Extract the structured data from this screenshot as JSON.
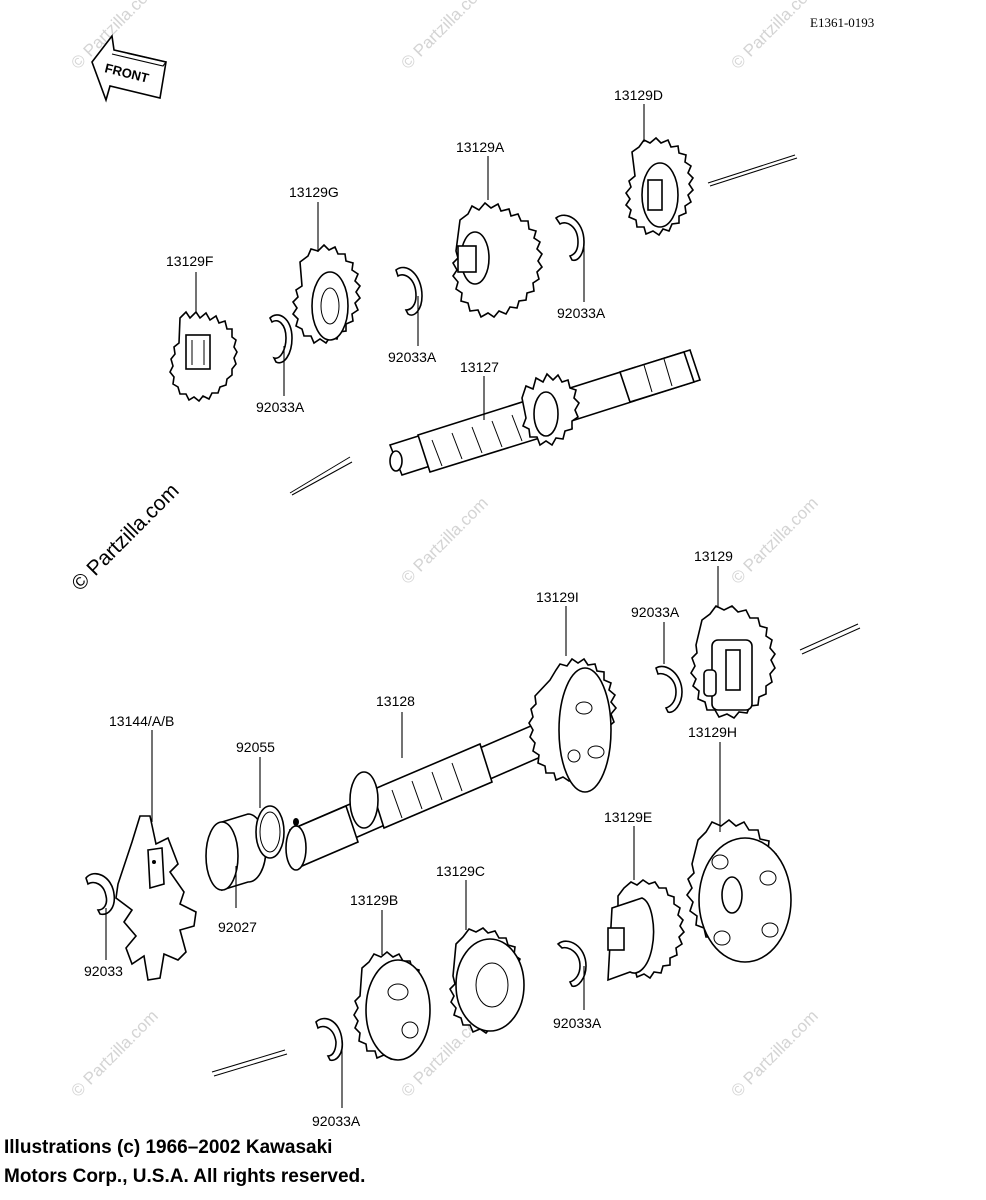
{
  "diagram_code": "E1361-0193",
  "front_label": "FRONT",
  "watermark": "© Partzilla.com",
  "copyright": {
    "line1": "Illustrations (c) 1966–2002 Kawasaki",
    "line2": "Motors Corp., U.S.A.  All rights reserved."
  },
  "labels": {
    "p13129D": "13129D",
    "p13129A": "13129A",
    "p13129G": "13129G",
    "p13129F": "13129F",
    "p92033A_top_right": "92033A",
    "p92033A_top_mid": "92033A",
    "p92033A_top_left": "92033A",
    "p13127": "13127",
    "p13129": "13129",
    "p13129I": "13129I",
    "p92033A_mid": "92033A",
    "p13128": "13128",
    "p13144": "13144/A/B",
    "p92055": "92055",
    "p92027": "92027",
    "p92033": "92033",
    "p13129H": "13129H",
    "p13129E": "13129E",
    "p13129C": "13129C",
    "p13129B": "13129B",
    "p92033A_low_right": "92033A",
    "p92033A_bottom": "92033A"
  }
}
